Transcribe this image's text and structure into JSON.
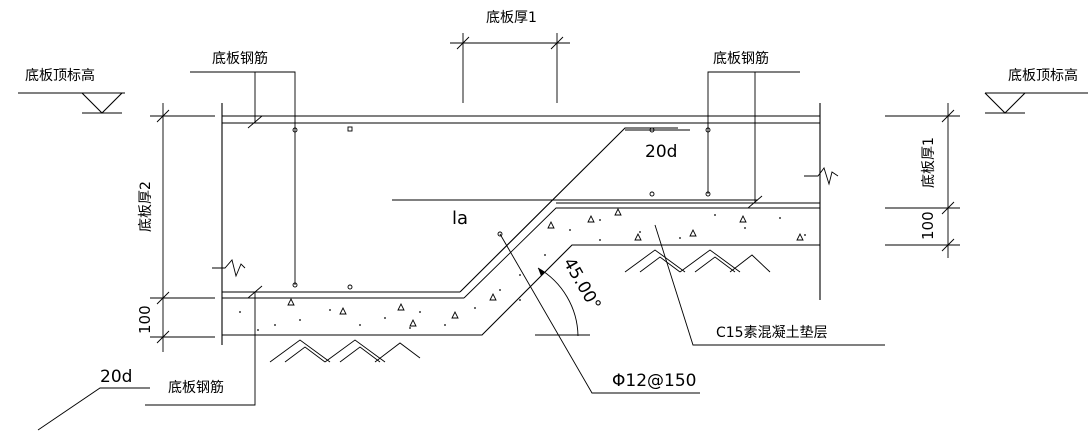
{
  "labels": {
    "top_elevation_left": "底板顶标高",
    "top_elevation_right": "底板顶标高",
    "rebar_top_left": "底板钢筋",
    "rebar_top_right": "底板钢筋",
    "rebar_bottom_left": "底板钢筋",
    "thickness_1_top": "底板厚1",
    "thickness_1_right": "底板厚1",
    "thickness_2_left": "底板厚2",
    "dim_100_left": "100",
    "dim_100_right": "100",
    "anchor_20d_top": "20d",
    "anchor_20d_bottom": "20d",
    "anchorage_la": "la",
    "angle": "45.00°",
    "cushion": "C15素混凝土垫层",
    "bar_spec": "Φ12@150"
  }
}
